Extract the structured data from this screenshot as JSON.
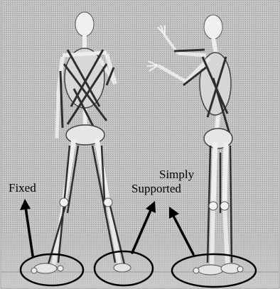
{
  "labels": {
    "fixed": "Fixed",
    "simply_line1": "Simply",
    "simply_line2": "Supported"
  },
  "colors": {
    "background": "#b8b8b8",
    "bone": "#e8e8e8",
    "muscle": "#3a3a3a",
    "annotation": "#000000"
  },
  "icons": {
    "left_figure": "musculoskeletal-model-back-view-icon",
    "right_figure": "musculoskeletal-model-side-view-icon"
  }
}
